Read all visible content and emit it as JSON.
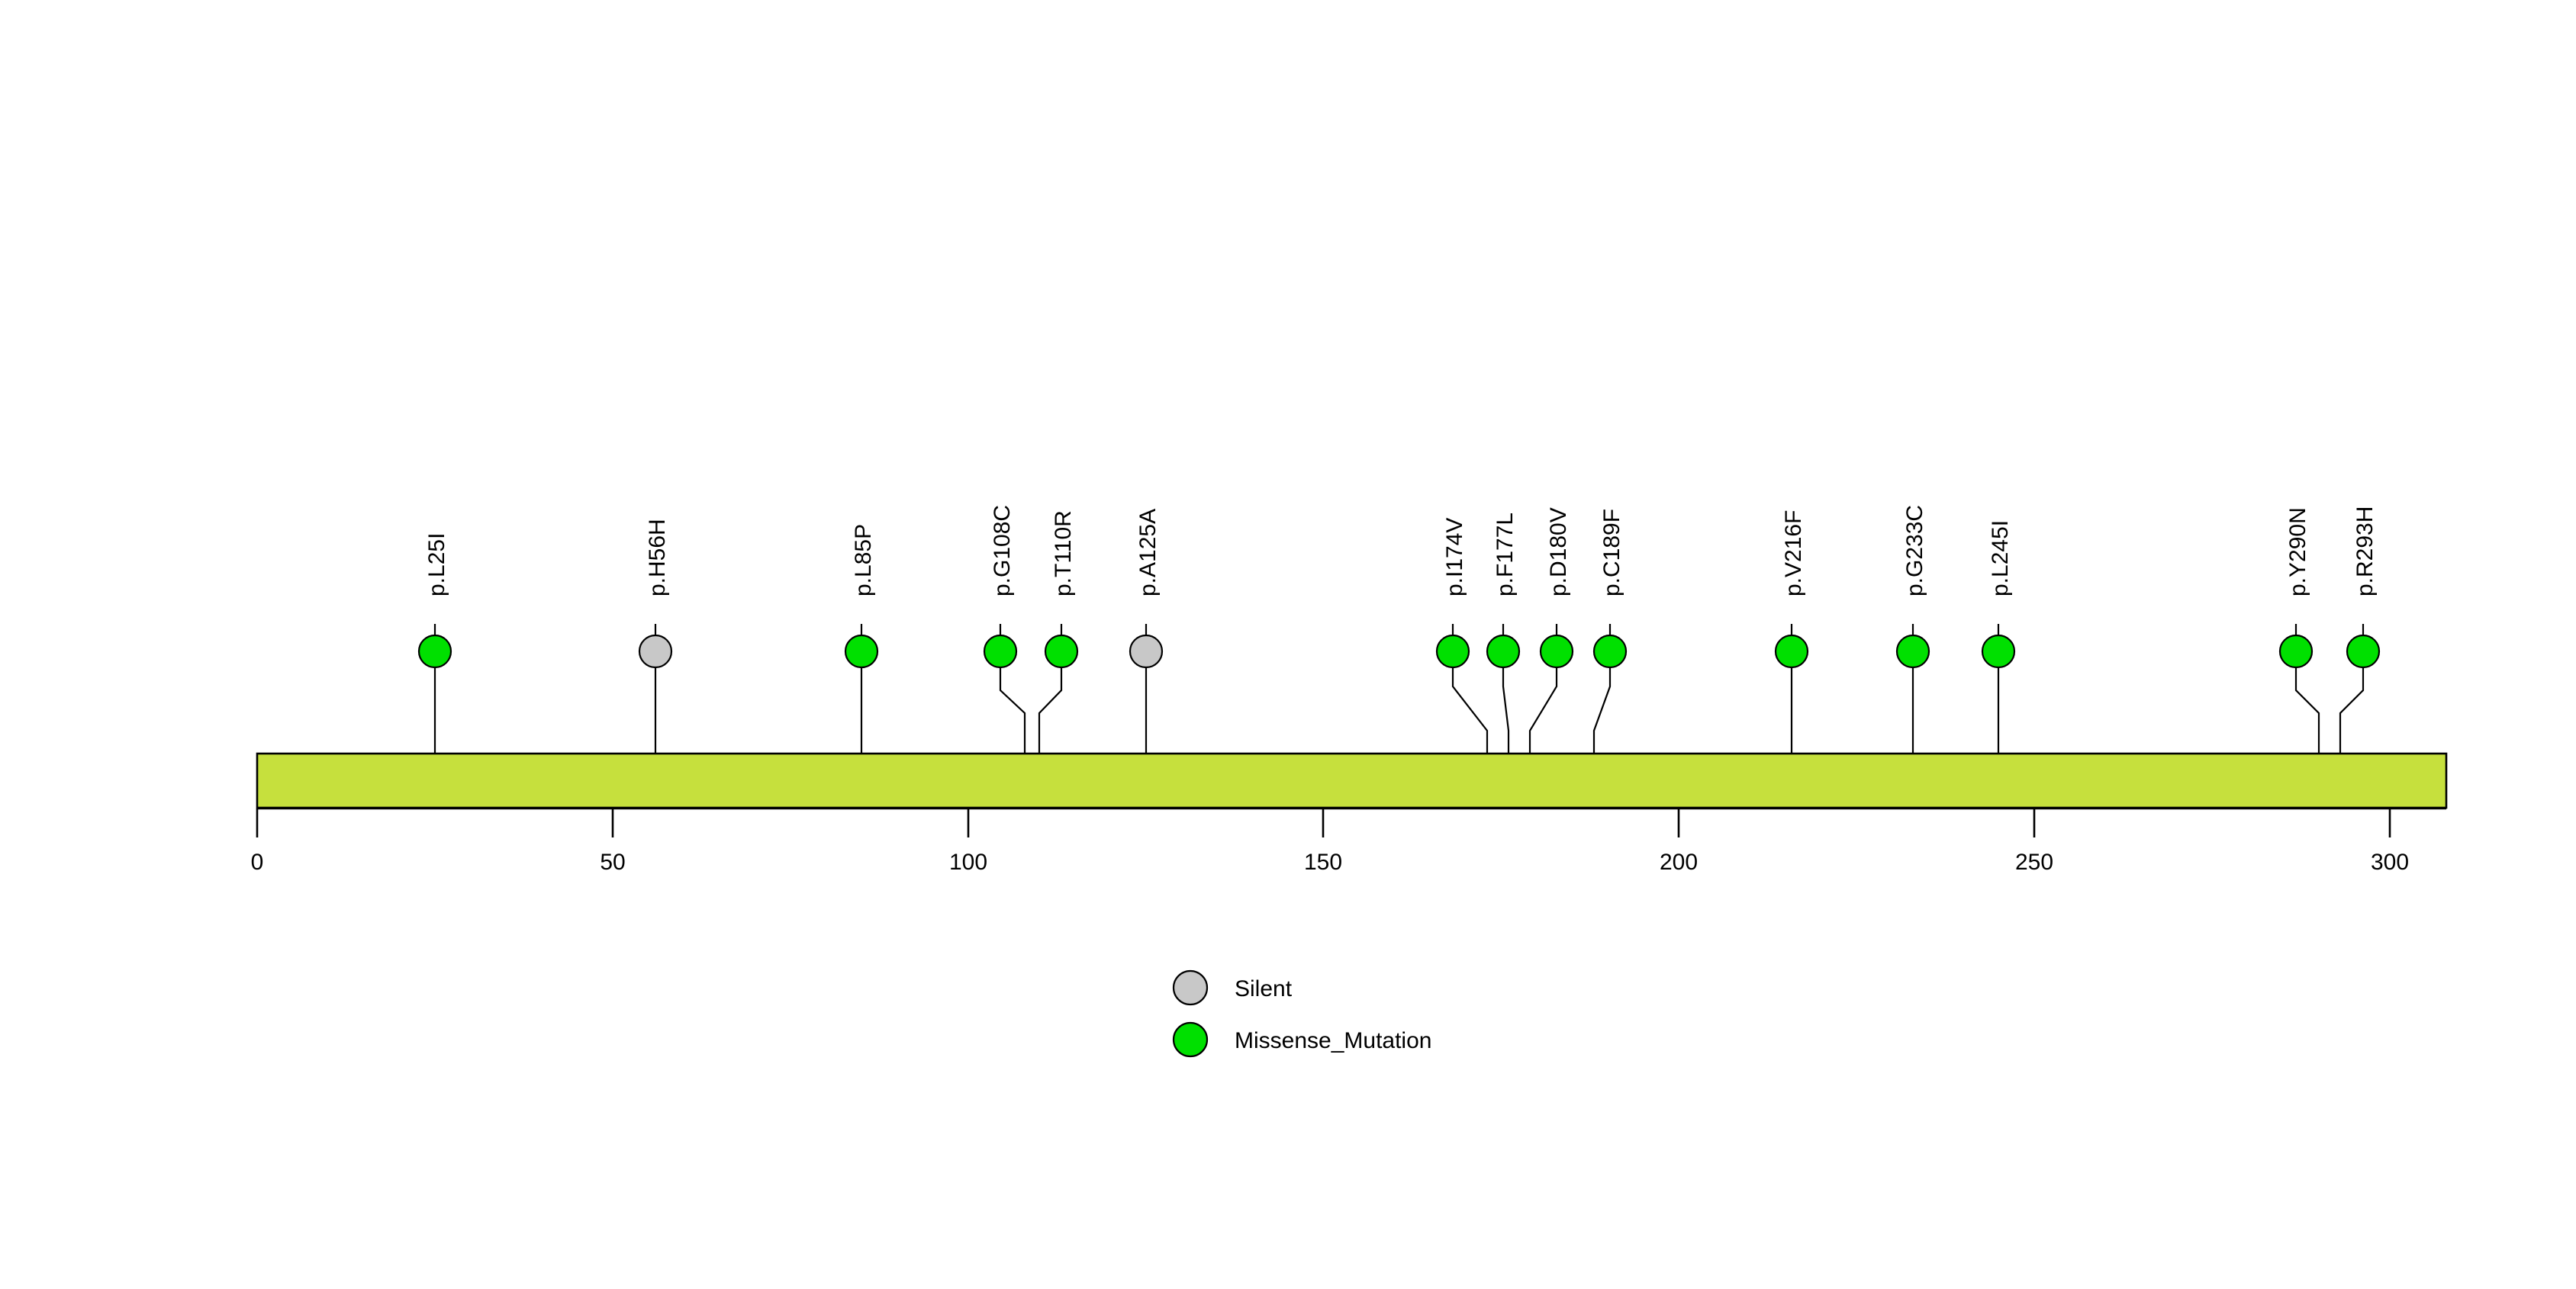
{
  "chart_data": {
    "type": "lollipop",
    "title": "",
    "xlabel": "",
    "ylabel": "",
    "xlim": [
      0,
      308
    ],
    "grid": false,
    "axis": {
      "ticks": [
        0,
        50,
        100,
        150,
        200,
        250,
        300
      ],
      "tick_labels": [
        "0",
        "50",
        "100",
        "150",
        "200",
        "250",
        "300"
      ]
    },
    "domain_bar": {
      "start": 0,
      "end": 308,
      "color": "#C6E03D",
      "border": "#000000"
    },
    "categories": [
      "Silent",
      "Missense_Mutation"
    ],
    "colors": {
      "Silent": "#C8C8C8",
      "Missense_Mutation": "#00E000"
    },
    "points": [
      {
        "label": "p.L25I",
        "position": 25,
        "type": "Missense_Mutation",
        "count": 1
      },
      {
        "label": "p.H56H",
        "position": 56,
        "type": "Silent",
        "count": 1
      },
      {
        "label": "p.L85P",
        "position": 85,
        "type": "Missense_Mutation",
        "count": 1
      },
      {
        "label": "p.G108C",
        "position": 108,
        "type": "Missense_Mutation",
        "count": 1
      },
      {
        "label": "p.T110R",
        "position": 110,
        "type": "Missense_Mutation",
        "count": 1
      },
      {
        "label": "p.A125A",
        "position": 125,
        "type": "Silent",
        "count": 1
      },
      {
        "label": "p.I174V",
        "position": 174,
        "type": "Missense_Mutation",
        "count": 1
      },
      {
        "label": "p.F177L",
        "position": 177,
        "type": "Missense_Mutation",
        "count": 1
      },
      {
        "label": "p.D180V",
        "position": 180,
        "type": "Missense_Mutation",
        "count": 1
      },
      {
        "label": "p.C189F",
        "position": 189,
        "type": "Missense_Mutation",
        "count": 1
      },
      {
        "label": "p.V216F",
        "position": 216,
        "type": "Missense_Mutation",
        "count": 1
      },
      {
        "label": "p.G233C",
        "position": 233,
        "type": "Missense_Mutation",
        "count": 1
      },
      {
        "label": "p.L245I",
        "position": 245,
        "type": "Missense_Mutation",
        "count": 1
      },
      {
        "label": "p.Y290N",
        "position": 290,
        "type": "Missense_Mutation",
        "count": 1
      },
      {
        "label": "p.R293H",
        "position": 293,
        "type": "Missense_Mutation",
        "count": 1
      }
    ],
    "legend": {
      "position": "bottom-center",
      "entries": [
        {
          "label": "Silent",
          "color": "#C8C8C8"
        },
        {
          "label": "Missense_Mutation",
          "color": "#00E000"
        }
      ]
    }
  },
  "labels": {
    "p_l25i": "p.L25I",
    "p_h56h": "p.H56H",
    "p_l85p": "p.L85P",
    "p_g108c": "p.G108C",
    "p_t110r": "p.T110R",
    "p_a125a": "p.A125A",
    "p_i174v": "p.I174V",
    "p_f177l": "p.F177L",
    "p_d180v": "p.D180V",
    "p_c189f": "p.C189F",
    "p_v216f": "p.V216F",
    "p_g233c": "p.G233C",
    "p_l245i": "p.L245I",
    "p_y290n": "p.Y290N",
    "p_r293h": "p.R293H"
  },
  "axis_labels": {
    "t0": "0",
    "t50": "50",
    "t100": "100",
    "t150": "150",
    "t200": "200",
    "t250": "250",
    "t300": "300"
  },
  "legend_labels": {
    "silent": "Silent",
    "missense": "Missense_Mutation"
  }
}
